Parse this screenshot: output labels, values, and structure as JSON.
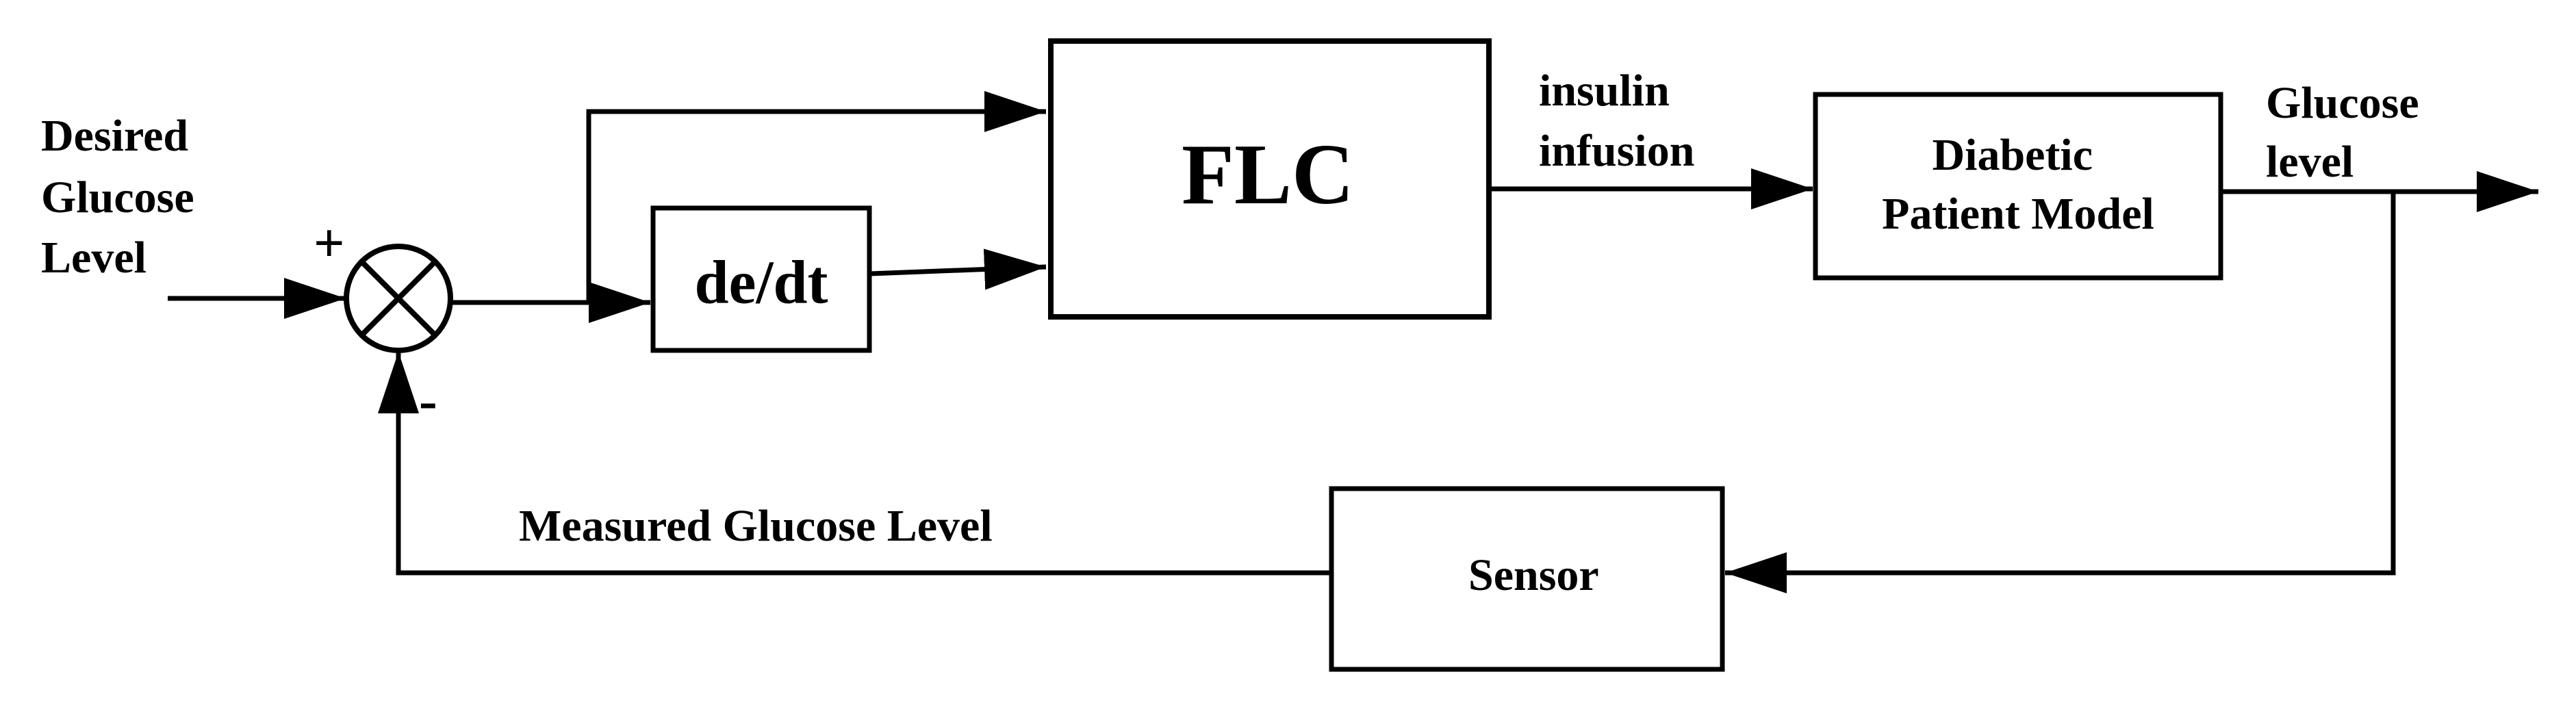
{
  "input": {
    "lines": [
      "Desired",
      "Glucose",
      "Level"
    ]
  },
  "summing_junction": {
    "plus": "+",
    "minus": "-"
  },
  "blocks": {
    "derivative": "de/dt",
    "controller": "FLC",
    "plant": {
      "lines": [
        "Diabetic",
        "Patient Model"
      ]
    },
    "sensor": "Sensor"
  },
  "signals": {
    "control": {
      "lines": [
        "insulin",
        "infusion"
      ]
    },
    "output": {
      "lines": [
        "Glucose",
        "level"
      ]
    },
    "feedback": "Measured Glucose Level"
  },
  "colors": {
    "stroke": "#000000",
    "background": "#ffffff"
  }
}
